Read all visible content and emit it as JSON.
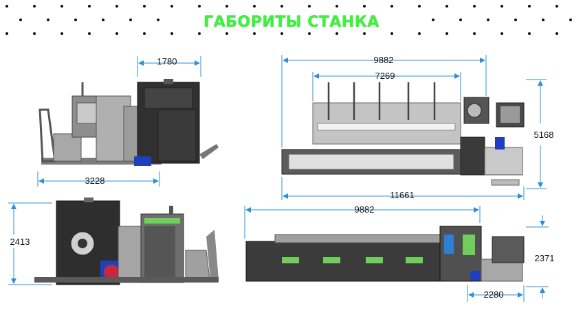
{
  "header": {
    "title": "ГАБОРИТЫ СТАНКА"
  },
  "colors": {
    "title": "#3cf23c",
    "dimension_line": "#2e8fd6",
    "machine_dark": "#3a3a3a",
    "machine_grey": "#9a9a9a",
    "accent_green": "#6fcf5a",
    "accent_blue": "#1f3fbf",
    "accent_red": "#c8283e"
  },
  "dimensions": {
    "side_top_width": "1780",
    "side_bottom_width": "3228",
    "top_overall_length": "9882",
    "top_inner_length": "7269",
    "top_width": "5168",
    "top_total_length": "11661",
    "end_height": "2413",
    "front_length": "9882",
    "front_height": "2371",
    "front_loader_width": "2280"
  }
}
